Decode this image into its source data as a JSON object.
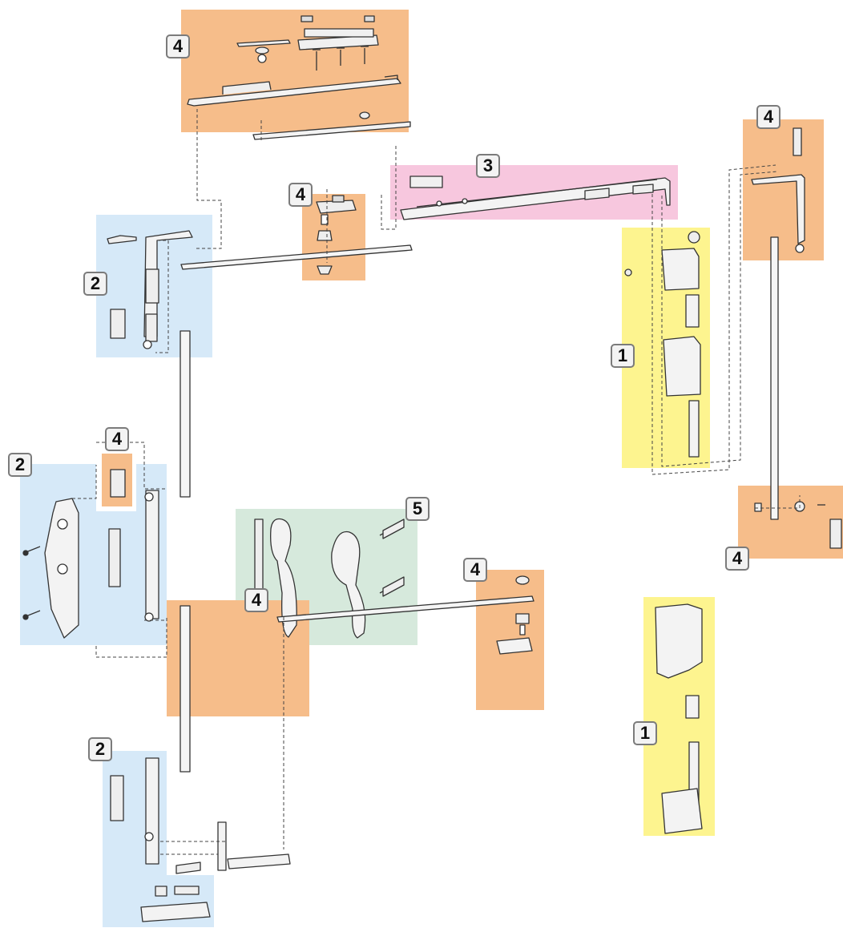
{
  "colors": {
    "zone_1": "#fdf48f",
    "zone_2": "#d6e9f8",
    "zone_3": "#f7c7de",
    "zone_4": "#f6bd8a",
    "zone_5": "#d6e9dc",
    "outline": "#333333",
    "part_fill": "#f0f0f0"
  },
  "labels": {
    "top_left_hardware": "4",
    "top_middle_keeper": "4",
    "top_right_stay": "3",
    "right_upper_corner": "4",
    "left_upper_corner_drive": "2",
    "left_middle_keeper": "4",
    "left_middle_drive": "2",
    "right_hinge_upper": "1",
    "right_lower_bracket": "4",
    "handle_set": "5",
    "right_hinge_lower": "1",
    "left_lower_corner_drive": "2",
    "bottom_middle_corner": "4",
    "bottom_right_bearing": "4"
  }
}
